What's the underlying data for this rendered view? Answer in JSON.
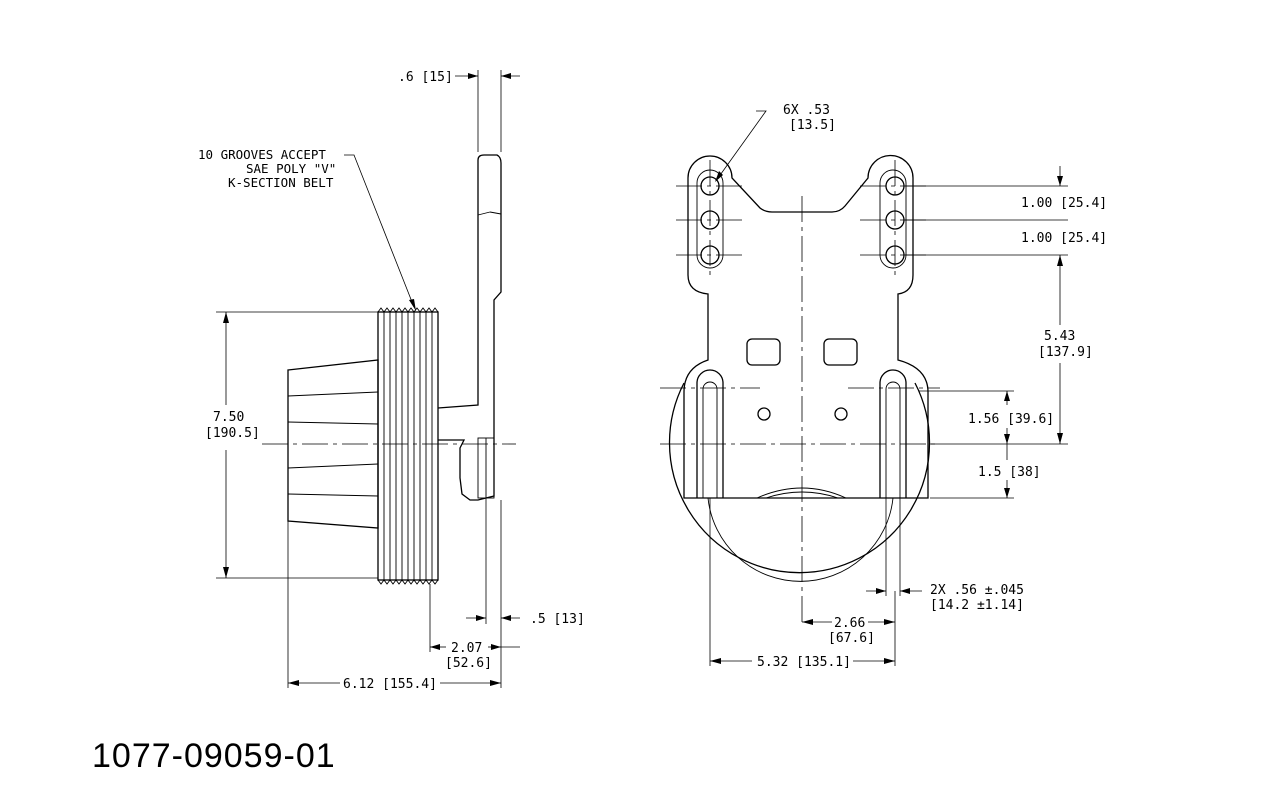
{
  "part_number": "1077-09059-01",
  "note_lines": [
    "10 GROOVES ACCEPT",
    "SAE POLY \"V\"",
    "K-SECTION BELT"
  ],
  "side_view": {
    "dim_top": ".6 [15]",
    "dim_height_in": "7.50",
    "dim_height_mm": "[190.5]",
    "dim_small": ".5 [13]",
    "dim_mid_in": "2.07",
    "dim_mid_mm": "[52.6]",
    "dim_overall": "6.12 [155.4]"
  },
  "front_view": {
    "holes_in": "6X .53",
    "holes_mm": "[13.5]",
    "spacing_1": "1.00 [25.4]",
    "spacing_2": "1.00 [25.4]",
    "dim_543_in": "5.43",
    "dim_543_mm": "[137.9]",
    "dim_156": "1.56 [39.6]",
    "dim_15": "1.5 [38]",
    "slot_in": "2X .56 ±.045",
    "slot_mm": "[14.2 ±1.14]",
    "dim_266_in": "2.66",
    "dim_266_mm": "[67.6]",
    "dim_532": "5.32 [135.1]"
  }
}
